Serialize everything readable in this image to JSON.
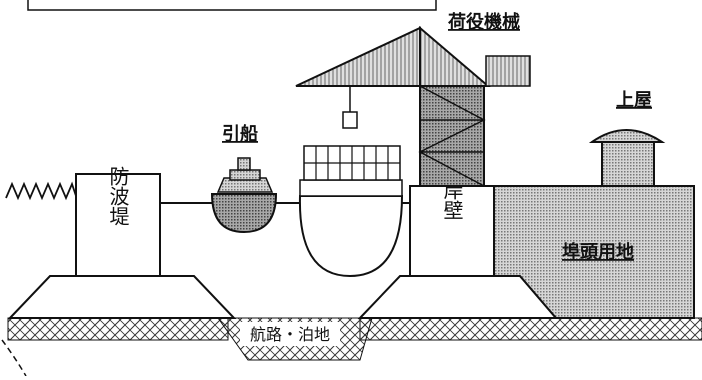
{
  "labels": {
    "cargo_handling": "荷役機械",
    "tugboat": "引船",
    "shed": "上屋",
    "breakwater": "防波堤",
    "quay": "岸壁",
    "wharf_land": "埠頭用地",
    "channel": "航路・泊地"
  },
  "colors": {
    "line": "#111111",
    "hatch_gray": "#9a9a9a",
    "light_gray": "#cfcfcf",
    "background": "#ffffff"
  }
}
